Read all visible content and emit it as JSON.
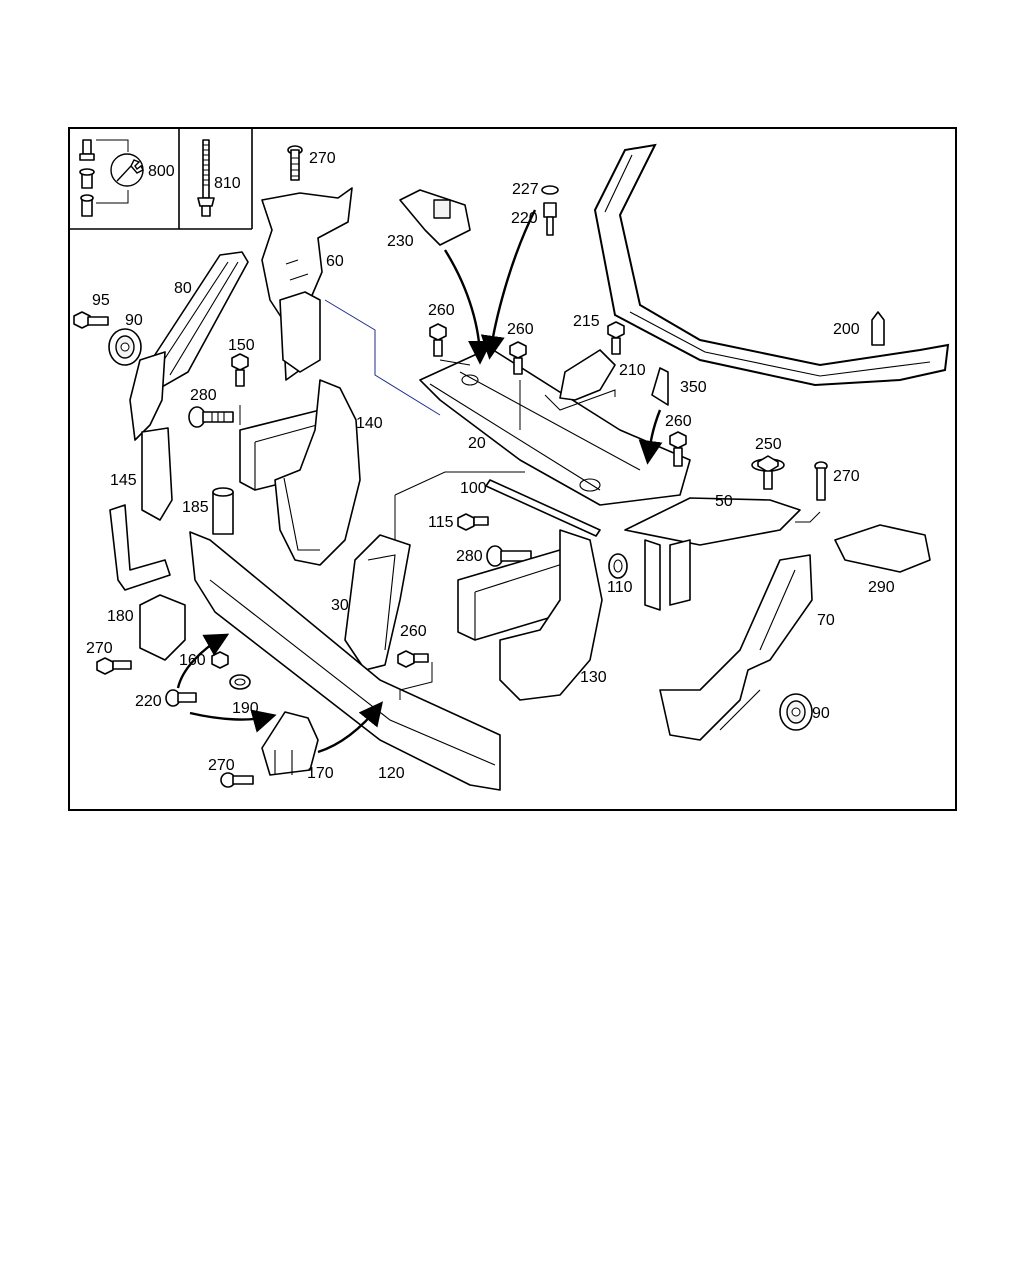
{
  "labels": {
    "l20": "20",
    "l30": "30",
    "l50": "50",
    "l60": "60",
    "l70": "70",
    "l80": "80",
    "l90a": "90",
    "l90b": "90",
    "l95": "95",
    "l100": "100",
    "l110": "110",
    "l115": "115",
    "l120": "120",
    "l130": "130",
    "l140": "140",
    "l145": "145",
    "l150": "150",
    "l160": "160",
    "l170": "170",
    "l180": "180",
    "l185": "185",
    "l190": "190",
    "l200": "200",
    "l210": "210",
    "l215": "215",
    "l220a": "220",
    "l220b": "220",
    "l227": "227",
    "l230": "230",
    "l250": "250",
    "l260a": "260",
    "l260b": "260",
    "l260c": "260",
    "l260d": "260",
    "l270a": "270",
    "l270b": "270",
    "l270c": "270",
    "l270d": "270",
    "l280a": "280",
    "l280b": "280",
    "l290": "290",
    "l350": "350",
    "l800": "800",
    "l810": "810"
  }
}
